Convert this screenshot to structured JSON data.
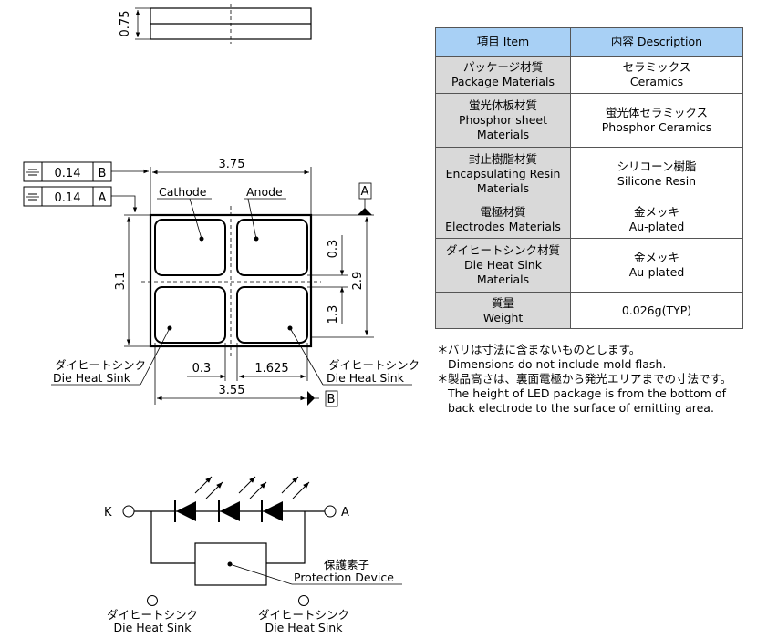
{
  "top_view": {
    "thickness_dim": "0.75"
  },
  "front_view": {
    "tolerance_frames": [
      {
        "symbol": "=",
        "value": "0.14",
        "datum": "B"
      },
      {
        "symbol": "=",
        "value": "0.14",
        "datum": "A"
      }
    ],
    "datum_a": "A",
    "datum_b": "B",
    "dims": {
      "width_top": "3.75",
      "height_left": "3.1",
      "gap_right": "0.3",
      "height_right": "2.9",
      "pad_height": "1.3",
      "gap_bottom": "0.3",
      "pad_width": "1.625",
      "width_bottom": "3.55"
    },
    "labels": {
      "cathode": "Cathode",
      "anode": "Anode",
      "heat_sink_left_jp": "ダイヒートシンク",
      "heat_sink_left_en": "Die Heat Sink",
      "heat_sink_right_jp": "ダイヒートシンク",
      "heat_sink_right_en": "Die Heat Sink"
    }
  },
  "table": {
    "header_item": "項目 Item",
    "header_desc": "内容 Description",
    "rows": [
      {
        "item_jp": "パッケージ材質",
        "item_en": "Package Materials",
        "desc_jp": "セラミックス",
        "desc_en": "Ceramics"
      },
      {
        "item_jp": "蛍光体板材質",
        "item_en": "Phosphor sheet",
        "item_en2": "Materials",
        "desc_jp": "蛍光体セラミックス",
        "desc_en": "Phosphor Ceramics"
      },
      {
        "item_jp": "封止樹脂材質",
        "item_en": "Encapsulating Resin",
        "item_en2": "Materials",
        "desc_jp": "シリコーン樹脂",
        "desc_en": "Silicone Resin"
      },
      {
        "item_jp": "電極材質",
        "item_en": "Electrodes Materials",
        "desc_jp": "金メッキ",
        "desc_en": "Au-plated"
      },
      {
        "item_jp": "ダイヒートシンク材質",
        "item_en": "Die Heat Sink",
        "item_en2": "Materials",
        "desc_jp": "金メッキ",
        "desc_en": "Au-plated"
      },
      {
        "item_jp": "質量",
        "item_en": "Weight",
        "desc_single": "0.026g(TYP)"
      }
    ]
  },
  "notes": [
    {
      "mark": "＊",
      "jp": "バリは寸法に含まないものとします。",
      "en": [
        "Dimensions do not include mold flash."
      ]
    },
    {
      "mark": "＊",
      "jp": "製品高さは、裏面電極から発光エリアまでの寸法です。",
      "en": [
        "The height of LED package is from the bottom of",
        "back electrode to the surface of emitting area."
      ]
    }
  ],
  "circuit": {
    "terminal_k": "K",
    "terminal_a": "A",
    "protection_jp": "保護素子",
    "protection_en": "Protection Device",
    "heat_sink_1_jp": "ダイヒートシンク",
    "heat_sink_1_en": "Die Heat Sink",
    "heat_sink_2_jp": "ダイヒートシンク",
    "heat_sink_2_en": "Die Heat Sink",
    "led_count": 3
  }
}
